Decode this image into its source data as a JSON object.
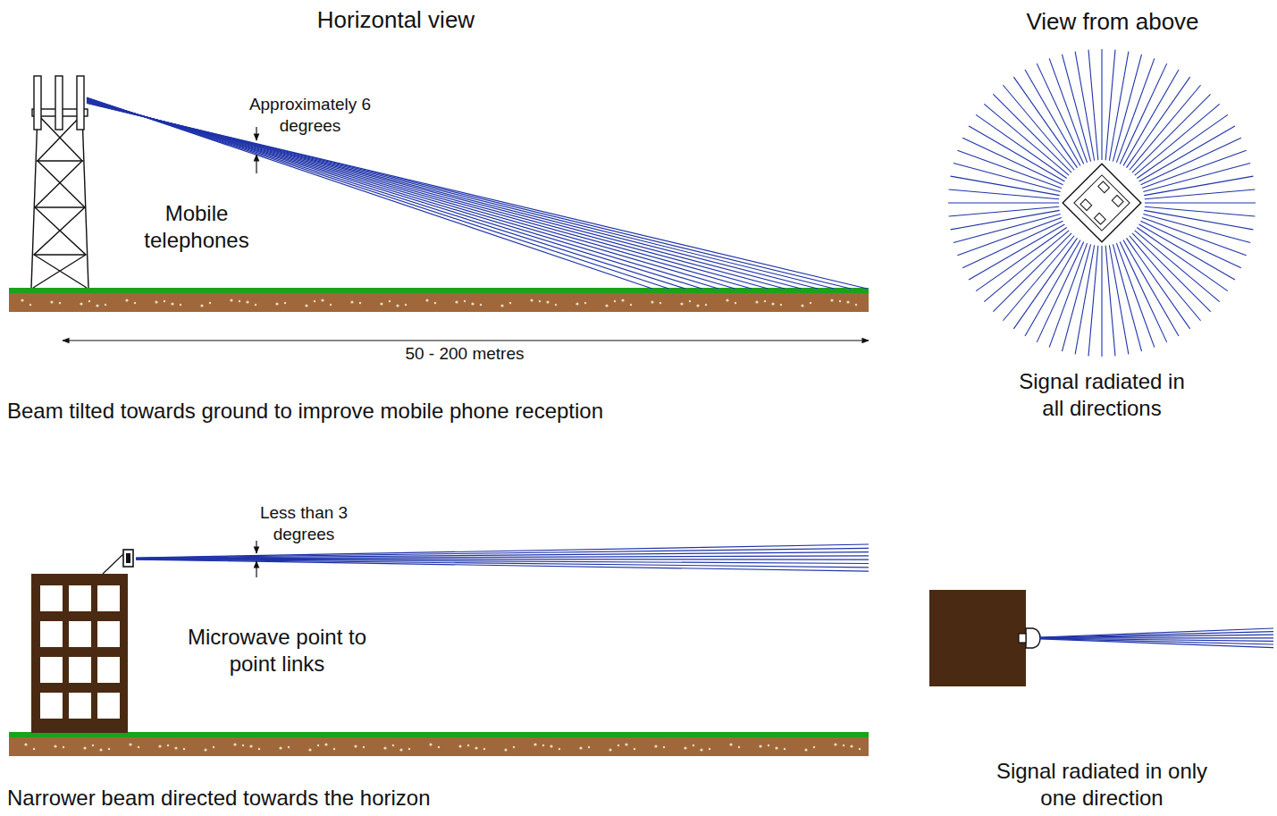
{
  "diagram": {
    "labels": [
      "Horizontal view",
      "View from above",
      "Approximately 6 degrees",
      "Mobile telephones",
      "50 - 200 metres",
      "Beam tilted towards ground to improve mobile phone reception",
      "Signal radiated in all directions",
      "Less than 3 degrees",
      "Microwave point to point links",
      "Narrower beam directed towards the horizon",
      "Signal radiated in only one direction"
    ]
  }
}
